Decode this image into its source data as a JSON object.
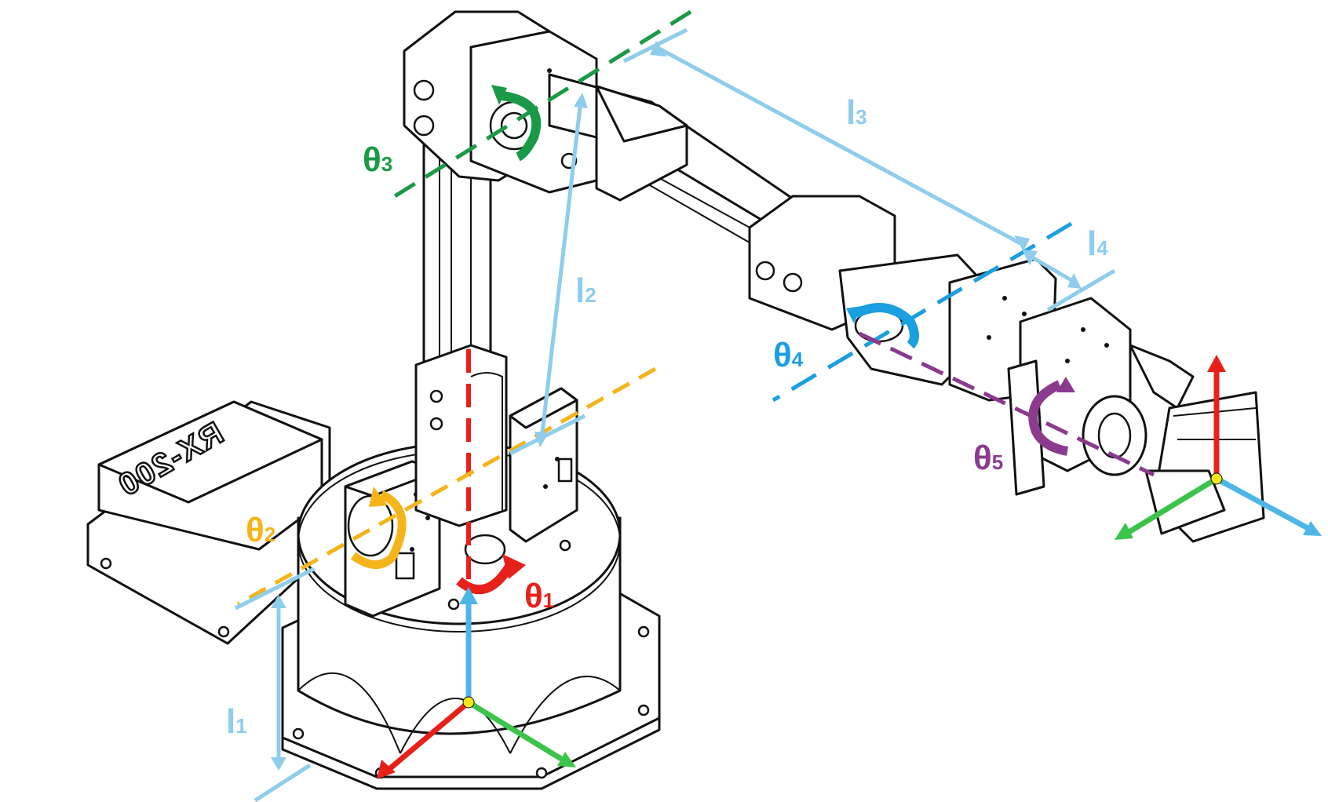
{
  "figure": {
    "base_brand_text": "RX-200",
    "joint_labels": [
      {
        "symbol": "θ",
        "index": "1",
        "color": "#e8201a"
      },
      {
        "symbol": "θ",
        "index": "2",
        "color": "#f5b41a"
      },
      {
        "symbol": "θ",
        "index": "3",
        "color": "#1a9a46"
      },
      {
        "symbol": "θ",
        "index": "4",
        "color": "#1a9fe0"
      },
      {
        "symbol": "θ",
        "index": "5",
        "color": "#8b3a8f"
      }
    ],
    "link_labels": [
      {
        "symbol": "l",
        "index": "1",
        "color": "#8ecdeb"
      },
      {
        "symbol": "l",
        "index": "2",
        "color": "#8ecdeb"
      },
      {
        "symbol": "l",
        "index": "3",
        "color": "#8ecdeb"
      },
      {
        "symbol": "l",
        "index": "4",
        "color": "#8ecdeb"
      }
    ],
    "frame_axis_colors": {
      "x": "#e8201a",
      "y": "#3cc44a",
      "z": "#4cb6e8",
      "origin": "#f5e81a"
    }
  }
}
